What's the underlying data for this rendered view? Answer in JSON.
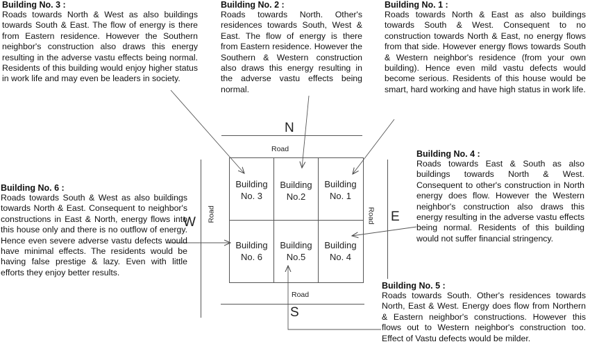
{
  "compass": {
    "north": "N",
    "south": "S",
    "east": "E",
    "west": "W"
  },
  "road_label": "Road",
  "grid": [
    {
      "line1": "Building",
      "line2": "No. 3"
    },
    {
      "line1": "Building",
      "line2": "No.2"
    },
    {
      "line1": "Building",
      "line2": "No. 1"
    },
    {
      "line1": "Building",
      "line2": "No. 6"
    },
    {
      "line1": "Building",
      "line2": "No.5"
    },
    {
      "line1": "Building",
      "line2": "No. 4"
    }
  ],
  "descriptions": {
    "b3": {
      "title": "Building No. 3 :",
      "text": "Roads towards North & West as also buildings towards South & East. The flow of energy is there from Eastern residence. However the Southern neighbor's construction also draws this energy resulting in the adverse vastu effects being normal. Residents of this building would enjoy higher status in work life and may even be leaders in society."
    },
    "b2": {
      "title": "Building No. 2 :",
      "text": "Roads towards North. Other's residences towards South, West & East. The flow of energy is there from Eastern residence. However the Southern & Western construction also draws this energy resulting in the adverse vastu effects being normal."
    },
    "b1": {
      "title": "Building No. 1 :",
      "text": "Roads towards North & East as also buildings towards South & West. Consequent to no construction towards North & East, no energy flows from that side. However energy flows towards South & Western neighbor's residence (from your own building). Hence even mild vastu defects would become serious. Residents of this house would be smart, hard working and have high status in work life."
    },
    "b4": {
      "title": "Building No. 4 :",
      "text": "Roads towards East & South as also buildings towards North & West. Consequent to other's construction in North energy does flow. However the Western neighbor's construction also draws this energy resulting in the adverse vastu effects being normal. Residents of this building would not suffer financial stringency."
    },
    "b6": {
      "title": "Building No. 6 :",
      "text": "Roads towards South & West as also buildings towards North & East. Consequent to neighbor's constructions in East & North, energy flows into this house only and there is no outflow of energy. Hence even severe adverse vastu defects would have minimal effects. The residents would be having false prestige & lazy. Even with little efforts they enjoy better results."
    },
    "b5": {
      "title": "Building No. 5 :",
      "text": "Roads towards South. Other's residences towards North, East & West. Energy does flow from Northern & Eastern neighbor's constructions. However this flows out to Western neighbor's construction too. Effect of Vastu defects would be milder."
    }
  }
}
